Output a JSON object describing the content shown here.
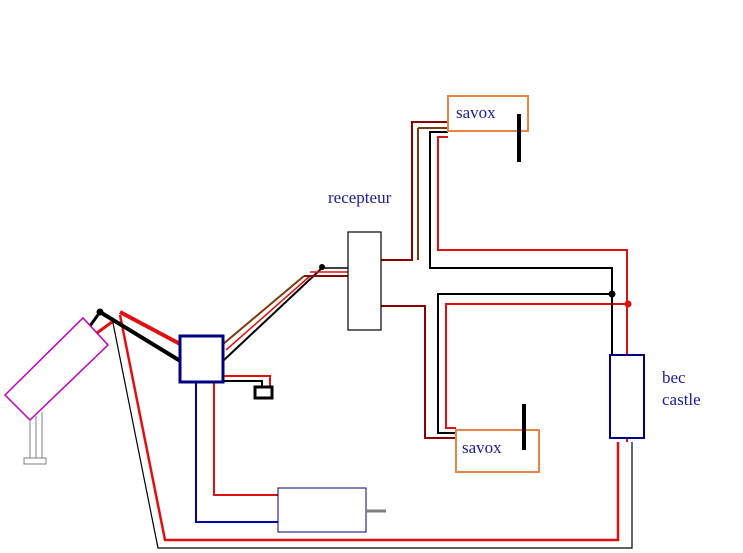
{
  "labels": {
    "servo_top": "savox",
    "servo_bottom": "savox",
    "receiver": "recepteur",
    "bec_line1": "bec",
    "bec_line2": "castle"
  },
  "colors": {
    "red": "#e01010",
    "dark_red": "#8b0000",
    "black": "#000000",
    "navy": "#000080",
    "orange": "#e8834a",
    "magenta": "#c000c0",
    "brown": "#7a3b10",
    "gray": "#808080"
  }
}
